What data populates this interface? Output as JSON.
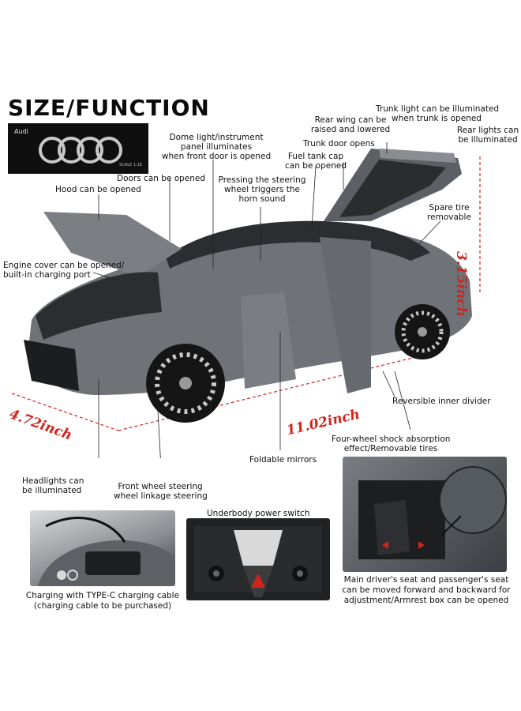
{
  "title": "SIZE/FUNCTION",
  "brand": {
    "wordmark": "Audi",
    "scale_text": "SCALE 1:18"
  },
  "dimensions": {
    "length": "11.02inch",
    "width": "4.72inch",
    "height": "3.15inch"
  },
  "colors": {
    "accent": "#d0251f",
    "car_body": "#6f7378",
    "box_bg": "#0f0f0f"
  },
  "labels": {
    "hood": "Hood can be opened",
    "doors": "Doors can be opened",
    "dome_light": [
      "Dome light/instrument",
      "panel illuminates",
      "when front door is opened"
    ],
    "steering_horn": [
      "Pressing the steering",
      "wheel triggers the",
      "horn sound"
    ],
    "fuel_tank": [
      "Fuel tank cap",
      "can be opened"
    ],
    "trunk_door": "Trunk door opens",
    "rear_wing": [
      "Rear wing can be",
      "raised and lowered"
    ],
    "trunk_light": [
      "Trunk light can be illuminated",
      "when trunk is opened"
    ],
    "rear_lights": [
      "Rear lights can",
      "be illuminated"
    ],
    "spare_tire": [
      "Spare tire",
      "removable"
    ],
    "engine_cover": [
      "Engine cover can be opened/",
      "built-in charging port"
    ],
    "reversible_divider": "Reversible inner divider",
    "shock_absorption": [
      "Four-wheel shock absorption",
      "effect/Removable tires"
    ],
    "foldable_mirrors": "Foldable mirrors",
    "headlights": [
      "Headlights can",
      "be illuminated"
    ],
    "front_wheel": [
      "Front wheel steering",
      "wheel linkage steering"
    ],
    "underbody_switch": "Underbody power switch"
  },
  "captions": {
    "charging": [
      "Charging with TYPE-C charging cable",
      "(charging cable to be purchased)"
    ],
    "seats": [
      "Main driver's seat and passenger's seat",
      "can be moved forward and backward for",
      "adjustment/Armrest box can be opened"
    ]
  }
}
